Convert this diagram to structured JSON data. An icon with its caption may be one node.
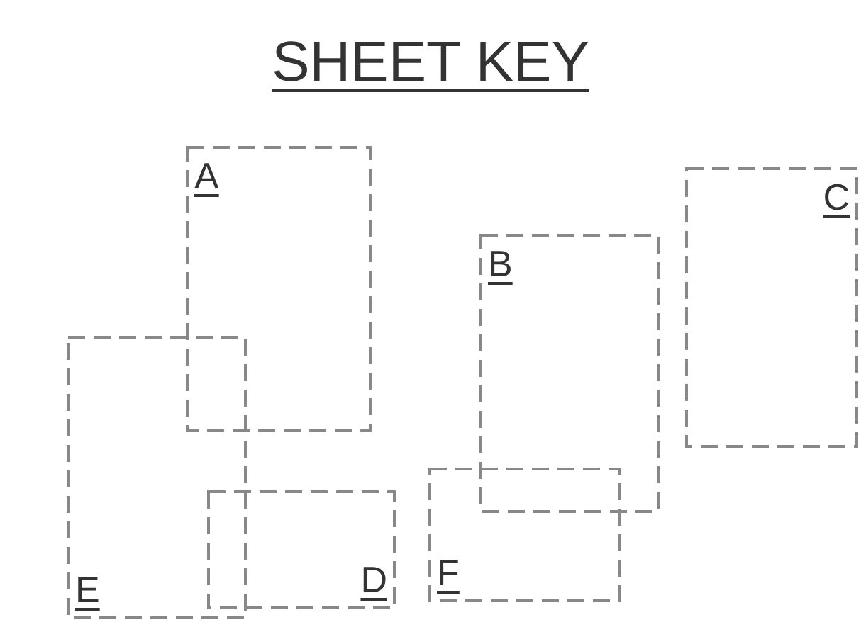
{
  "diagram": {
    "title": "SHEET KEY",
    "nodes": [
      {
        "text": [
          "A"
        ]
      },
      {
        "text": [
          "C"
        ]
      },
      {
        "text": [
          "B"
        ]
      },
      {
        "text": [
          "E"
        ]
      },
      {
        "text": [
          "D"
        ]
      },
      {
        "text": [
          "F"
        ]
      }
    ]
  }
}
